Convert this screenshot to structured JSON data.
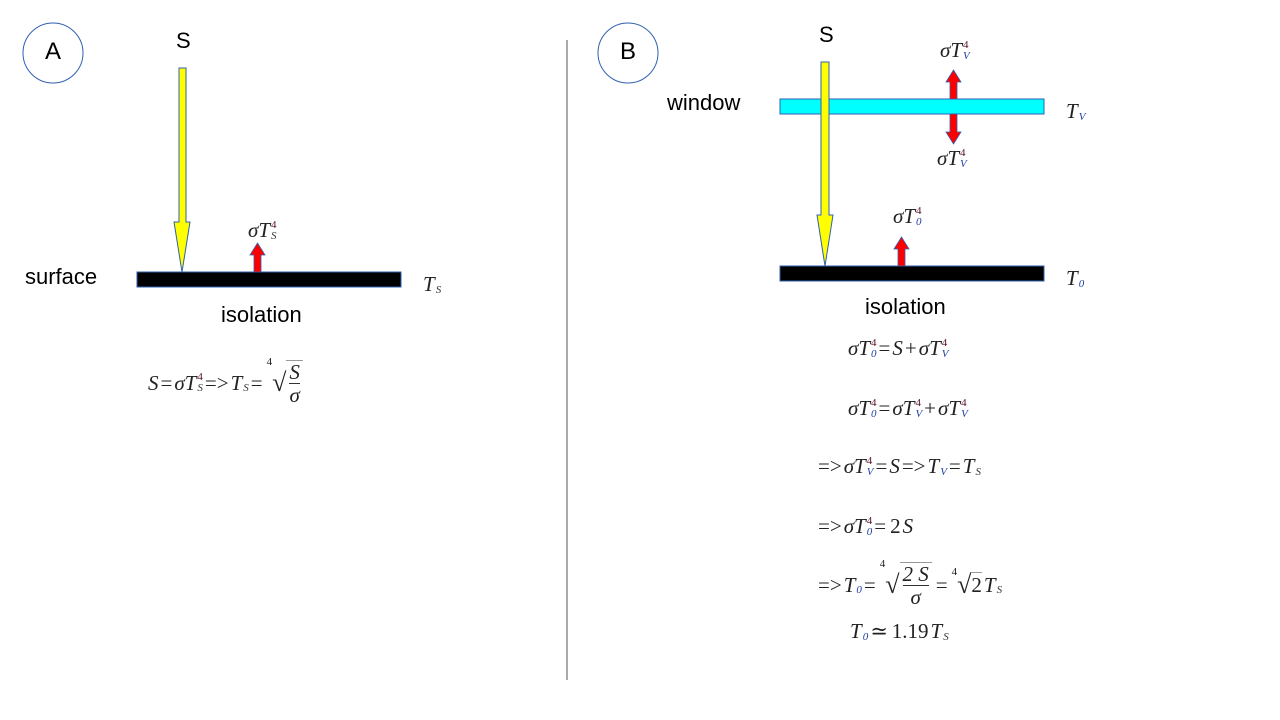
{
  "colors": {
    "solar": "#ffff00",
    "window": "#00ffff",
    "emission": "#ff0000",
    "surface": "#000000",
    "circle": "#3060b0"
  },
  "panel_a": {
    "badge": "A",
    "source": "S",
    "surface_label": "surface",
    "isolation_label": "isolation",
    "temp_label": {
      "base": "T",
      "sub": "S"
    },
    "emission_label": {
      "base": "σT",
      "sup": "4",
      "sub": "S"
    },
    "equation": [
      {
        "t": "S"
      },
      {
        "o": "="
      },
      {
        "t": "σT"
      },
      {
        "sup": "4",
        "sub": "S"
      },
      {
        "o": " => "
      },
      {
        "t": "T"
      },
      {
        "sub": "S"
      },
      {
        "o": "="
      },
      {
        "root": "4",
        "num": "S",
        "den": "σ"
      }
    ]
  },
  "panel_b": {
    "badge": "B",
    "source": "S",
    "window_label": "window",
    "isolation_label": "isolation",
    "window_temp": {
      "base": "T",
      "sub": "V"
    },
    "surface_temp": {
      "base": "T",
      "sub": "0"
    },
    "window_up": {
      "base": "σT",
      "sup": "4",
      "sub": "V"
    },
    "window_down": {
      "base": "σT",
      "sup": "4",
      "sub": "V"
    },
    "surface_emission": {
      "base": "σT",
      "sup": "4",
      "sub": "0"
    },
    "equations": [
      [
        {
          "t": "σT"
        },
        {
          "sup": "4",
          "sub": "0"
        },
        {
          "o": "="
        },
        {
          "t": "S"
        },
        {
          "o": "+"
        },
        {
          "t": "σT"
        },
        {
          "sup": "4",
          "sub": "V"
        }
      ],
      [
        {
          "t": "σT"
        },
        {
          "sup": "4",
          "sub": "0"
        },
        {
          "o": "="
        },
        {
          "t": "σT"
        },
        {
          "sup": "4",
          "sub": "V"
        },
        {
          "o": "+"
        },
        {
          "t": "σT"
        },
        {
          "sup": "4",
          "sub": "V"
        }
      ],
      [
        {
          "o": "=> "
        },
        {
          "t": "σT"
        },
        {
          "sup": "4",
          "sub": "V"
        },
        {
          "o": "="
        },
        {
          "t": "S"
        },
        {
          "o": " =>  "
        },
        {
          "t": "T"
        },
        {
          "sub": "V"
        },
        {
          "o": "="
        },
        {
          "t": "T"
        },
        {
          "sub": "S"
        }
      ],
      [
        {
          "o": "=> "
        },
        {
          "t": "σT"
        },
        {
          "sup": "4",
          "sub": "0"
        },
        {
          "o": "="
        },
        {
          "n": "2"
        },
        {
          "t": "S"
        }
      ],
      [
        {
          "o": "=> "
        },
        {
          "t": "T"
        },
        {
          "sub": "0"
        },
        {
          "o": "="
        },
        {
          "root": "4",
          "num": "2 S",
          "den": "σ"
        },
        {
          "o": "="
        },
        {
          "root": "4",
          "num": null,
          "rad": "2"
        },
        {
          "t": " T"
        },
        {
          "sub": "S"
        }
      ],
      [
        {
          "t": "T"
        },
        {
          "sub": "0"
        },
        {
          "o": "≃"
        },
        {
          "n": "1.19"
        },
        {
          "t": " T"
        },
        {
          "sub": "S"
        }
      ]
    ]
  }
}
